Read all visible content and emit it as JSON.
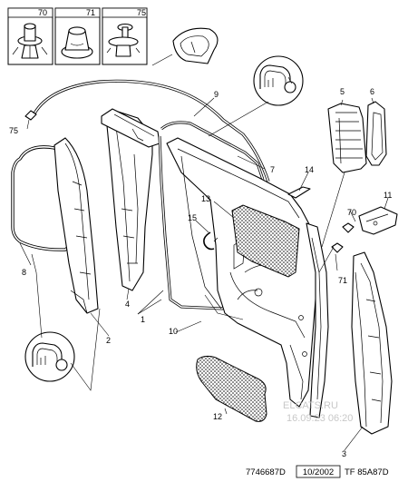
{
  "fastener_boxes": [
    {
      "number": "70",
      "icon": "push-clip-icon"
    },
    {
      "number": "71",
      "icon": "grommet-plug-icon"
    },
    {
      "number": "75",
      "icon": "rivet-clip-icon"
    }
  ],
  "callouts": {
    "c1": "1",
    "c2": "2",
    "c3": "3",
    "c4": "4",
    "c5": "5",
    "c6": "6",
    "c7": "7",
    "c8": "8",
    "c9": "9",
    "c10": "10",
    "c11": "11",
    "c12": "12",
    "c13": "13",
    "c14": "14",
    "c15": "15",
    "c70": "70",
    "c71": "71",
    "c75": "75"
  },
  "footer": {
    "part_number": "7746687D",
    "date": "10/2002",
    "ref": "TF 85A87D"
  },
  "watermark": {
    "line1": "ELCATS.RU",
    "line2": "16.09.23 06:20"
  }
}
